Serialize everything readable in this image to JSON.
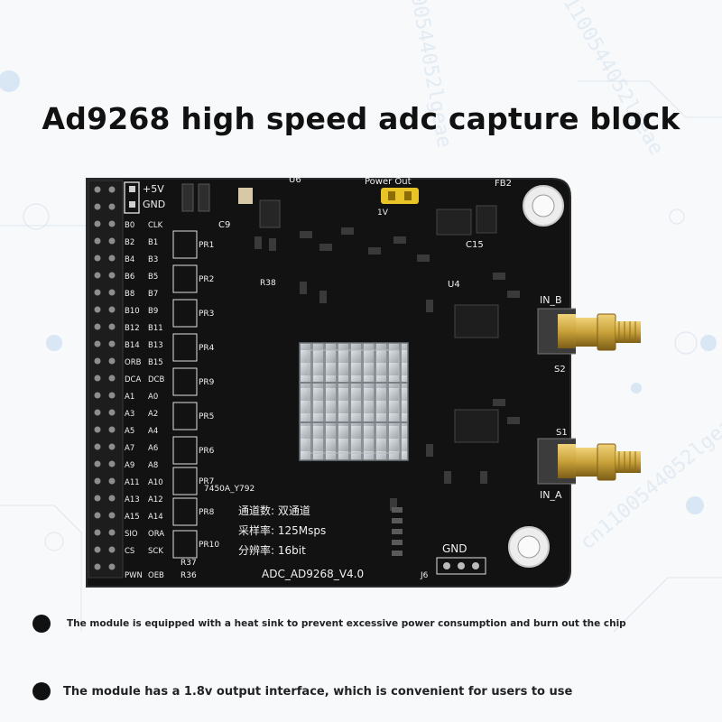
{
  "title": "Ad9268 high speed adc capture block",
  "board": {
    "silk": {
      "plus5v": "+5V",
      "gnd_top": "GND",
      "power_out": "Power Out",
      "v1": "1V",
      "gnd_bottom": "GND",
      "in_b": "IN_B",
      "in_a": "IN_A",
      "s1": "S1",
      "s2": "S2",
      "chip_mark": "7450A_Y792",
      "ch_label": "通道数: 双通道",
      "rate_label": "采样率: 125Msps",
      "res_label": "分辨率: 16bit",
      "board_name": "ADC_AD9268_V4.0",
      "j6": "J6",
      "fb2": "FB2",
      "u6": "U6",
      "u4": "U4",
      "c9": "C9",
      "c15": "C15",
      "r38": "R38",
      "r37": "R37",
      "r36": "R36"
    },
    "pin_left": [
      "B0",
      "B2",
      "B4",
      "B6",
      "B8",
      "B10",
      "B12",
      "B14",
      "ORB",
      "DCA",
      "A1",
      "A3",
      "A5",
      "A7",
      "A9",
      "A11",
      "A13",
      "A15",
      "SIO",
      "CS",
      "PWN"
    ],
    "pin_right": [
      "CLK",
      "B1",
      "B3",
      "B5",
      "B7",
      "B9",
      "B11",
      "B13",
      "B15",
      "DCB",
      "A0",
      "A2",
      "A4",
      "A6",
      "A8",
      "A10",
      "A12",
      "A14",
      "ORA",
      "SCK",
      "OEB"
    ],
    "pr_labels": [
      "PR1",
      "PR2",
      "PR3",
      "PR4",
      "PR9",
      "PR5",
      "PR6",
      "PR7",
      "PR8",
      "PR10"
    ]
  },
  "bullets": [
    "The module is equipped with a heat sink to prevent excessive power consumption and burn out the chip",
    "The module has a 1.8v output interface, which is convenient for users to use"
  ],
  "colors": {
    "pcb": "#121212",
    "silkscreen": "#f0f0f0",
    "gold": "#c9a23a",
    "heatsink": "#c8ccd0"
  }
}
